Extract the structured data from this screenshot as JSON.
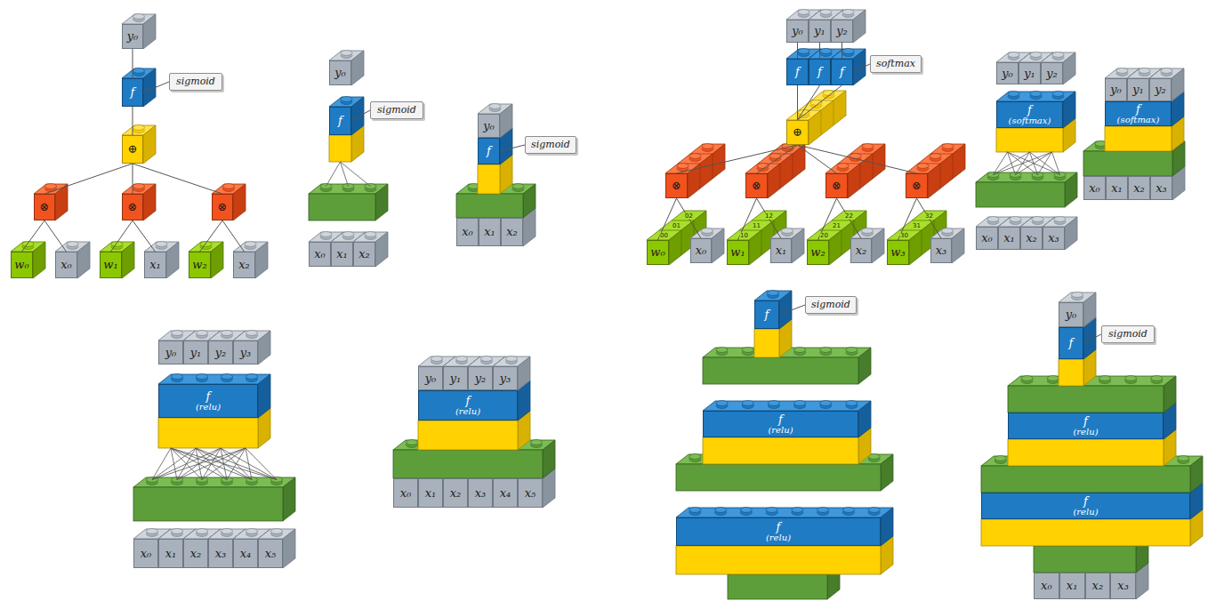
{
  "diagram": {
    "nodes": [
      {
        "text": [
          "y₀"
        ]
      },
      {
        "text": [
          "f"
        ]
      },
      {
        "text": [
          "sigmoid"
        ]
      },
      {
        "text": [
          "⊕"
        ]
      },
      {
        "text": [
          "⊗"
        ]
      },
      {
        "text": [
          "⊗"
        ]
      },
      {
        "text": [
          "⊗"
        ]
      },
      {
        "text": [
          "w₀"
        ]
      },
      {
        "text": [
          "x₀"
        ]
      },
      {
        "text": [
          "w₁"
        ]
      },
      {
        "text": [
          "x₁"
        ]
      },
      {
        "text": [
          "w₂"
        ]
      },
      {
        "text": [
          "x₂"
        ]
      },
      {
        "text": [
          "y₀"
        ]
      },
      {
        "text": [
          "f"
        ]
      },
      {
        "text": [
          "sigmoid"
        ]
      },
      {
        "text": [
          "x₀"
        ]
      },
      {
        "text": [
          "x₁"
        ]
      },
      {
        "text": [
          "x₂"
        ]
      },
      {
        "text": [
          "y₀"
        ]
      },
      {
        "text": [
          "f"
        ]
      },
      {
        "text": [
          "sigmoid"
        ]
      },
      {
        "text": [
          "x₀"
        ]
      },
      {
        "text": [
          "x₁"
        ]
      },
      {
        "text": [
          "x₂"
        ]
      },
      {
        "text": [
          "y₀"
        ]
      },
      {
        "text": [
          "y₁"
        ]
      },
      {
        "text": [
          "y₂"
        ]
      },
      {
        "text": [
          "f"
        ]
      },
      {
        "text": [
          "f"
        ]
      },
      {
        "text": [
          "f"
        ]
      },
      {
        "text": [
          "softmax"
        ]
      },
      {
        "text": [
          "⊕"
        ]
      },
      {
        "text": [
          "⊗"
        ]
      },
      {
        "text": [
          "⊗"
        ]
      },
      {
        "text": [
          "⊗"
        ]
      },
      {
        "text": [
          "⊗"
        ]
      },
      {
        "text": [
          "w₀",
          "00",
          "01",
          "02"
        ]
      },
      {
        "text": [
          "x₀"
        ]
      },
      {
        "text": [
          "w₁",
          "10",
          "11",
          "12"
        ]
      },
      {
        "text": [
          "x₁"
        ]
      },
      {
        "text": [
          "w₂",
          "20",
          "21",
          "22"
        ]
      },
      {
        "text": [
          "x₂"
        ]
      },
      {
        "text": [
          "w₃",
          "30",
          "31",
          "32"
        ]
      },
      {
        "text": [
          "x₃"
        ]
      },
      {
        "text": [
          "y₀"
        ]
      },
      {
        "text": [
          "y₁"
        ]
      },
      {
        "text": [
          "y₂"
        ]
      },
      {
        "text": [
          "f",
          "(softmax)"
        ]
      },
      {
        "text": [
          "x₀"
        ]
      },
      {
        "text": [
          "x₁"
        ]
      },
      {
        "text": [
          "x₂"
        ]
      },
      {
        "text": [
          "x₃"
        ]
      },
      {
        "text": [
          "y₀"
        ]
      },
      {
        "text": [
          "y₁"
        ]
      },
      {
        "text": [
          "y₂"
        ]
      },
      {
        "text": [
          "f",
          "(softmax)"
        ]
      },
      {
        "text": [
          "x₀"
        ]
      },
      {
        "text": [
          "x₁"
        ]
      },
      {
        "text": [
          "x₂"
        ]
      },
      {
        "text": [
          "x₃"
        ]
      },
      {
        "text": [
          "y₀"
        ]
      },
      {
        "text": [
          "y₁"
        ]
      },
      {
        "text": [
          "y₂"
        ]
      },
      {
        "text": [
          "y₃"
        ]
      },
      {
        "text": [
          "f",
          "(relu)"
        ]
      },
      {
        "text": [
          "x₀"
        ]
      },
      {
        "text": [
          "x₁"
        ]
      },
      {
        "text": [
          "x₂"
        ]
      },
      {
        "text": [
          "x₃"
        ]
      },
      {
        "text": [
          "x₄"
        ]
      },
      {
        "text": [
          "x₅"
        ]
      },
      {
        "text": [
          "y₀"
        ]
      },
      {
        "text": [
          "y₁"
        ]
      },
      {
        "text": [
          "y₂"
        ]
      },
      {
        "text": [
          "y₃"
        ]
      },
      {
        "text": [
          "f",
          "(relu)"
        ]
      },
      {
        "text": [
          "x₀"
        ]
      },
      {
        "text": [
          "x₁"
        ]
      },
      {
        "text": [
          "x₂"
        ]
      },
      {
        "text": [
          "x₃"
        ]
      },
      {
        "text": [
          "x₄"
        ]
      },
      {
        "text": [
          "x₅"
        ]
      },
      {
        "text": [
          "f"
        ]
      },
      {
        "text": [
          "sigmoid"
        ]
      },
      {
        "text": [
          "f",
          "(relu)"
        ]
      },
      {
        "text": [
          "f",
          "(relu)"
        ]
      },
      {
        "text": [
          "y₀"
        ]
      },
      {
        "text": [
          "f"
        ]
      },
      {
        "text": [
          "sigmoid"
        ]
      },
      {
        "text": [
          "f",
          "(relu)"
        ]
      },
      {
        "text": [
          "f",
          "(relu)"
        ]
      },
      {
        "text": [
          "x₀"
        ]
      },
      {
        "text": [
          "x₁"
        ]
      },
      {
        "text": [
          "x₂"
        ]
      },
      {
        "text": [
          "x₃"
        ]
      }
    ],
    "edges": [
      {
        "from": 0,
        "to": 1,
        "arrow": "none"
      },
      {
        "from": 1,
        "to": 2,
        "arrow": "none"
      },
      {
        "from": 1,
        "to": 3,
        "arrow": "none"
      },
      {
        "from": 3,
        "to": 4,
        "arrow": "none"
      },
      {
        "from": 3,
        "to": 5,
        "arrow": "none"
      },
      {
        "from": 3,
        "to": 6,
        "arrow": "none"
      },
      {
        "from": 4,
        "to": 7,
        "arrow": "none"
      },
      {
        "from": 4,
        "to": 8,
        "arrow": "none"
      },
      {
        "from": 5,
        "to": 9,
        "arrow": "none"
      },
      {
        "from": 5,
        "to": 10,
        "arrow": "none"
      },
      {
        "from": 6,
        "to": 11,
        "arrow": "none"
      },
      {
        "from": 6,
        "to": 12,
        "arrow": "none"
      },
      {
        "from": 14,
        "to": 15,
        "arrow": "none"
      },
      {
        "from": 20,
        "to": 21,
        "arrow": "none"
      },
      {
        "from": 25,
        "to": 28,
        "arrow": "none"
      },
      {
        "from": 26,
        "to": 29,
        "arrow": "none"
      },
      {
        "from": 27,
        "to": 30,
        "arrow": "none"
      },
      {
        "from": 30,
        "to": 31,
        "arrow": "none"
      },
      {
        "from": 28,
        "to": 32,
        "arrow": "none"
      },
      {
        "from": 29,
        "to": 32,
        "arrow": "none"
      },
      {
        "from": 30,
        "to": 32,
        "arrow": "none"
      },
      {
        "from": 32,
        "to": 33,
        "arrow": "none"
      },
      {
        "from": 32,
        "to": 34,
        "arrow": "none"
      },
      {
        "from": 32,
        "to": 35,
        "arrow": "none"
      },
      {
        "from": 32,
        "to": 36,
        "arrow": "none"
      },
      {
        "from": 33,
        "to": 37,
        "arrow": "none"
      },
      {
        "from": 33,
        "to": 38,
        "arrow": "none"
      },
      {
        "from": 34,
        "to": 39,
        "arrow": "none"
      },
      {
        "from": 34,
        "to": 40,
        "arrow": "none"
      },
      {
        "from": 35,
        "to": 41,
        "arrow": "none"
      },
      {
        "from": 35,
        "to": 42,
        "arrow": "none"
      },
      {
        "from": 36,
        "to": 43,
        "arrow": "none"
      },
      {
        "from": 36,
        "to": 44,
        "arrow": "none"
      },
      {
        "from": 83,
        "to": 84,
        "arrow": "none"
      },
      {
        "from": 88,
        "to": 89,
        "arrow": "none"
      }
    ]
  }
}
